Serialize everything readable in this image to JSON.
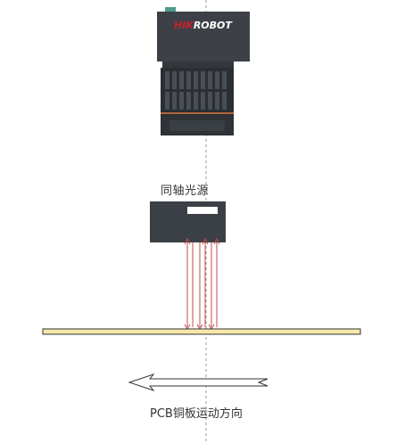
{
  "camera": {
    "brand_label": "HIKROBOT",
    "brand_accent_color": "#c8202a"
  },
  "coaxial_light": {
    "label": "同轴光源"
  },
  "board": {
    "label": "PCB铜板运动方向"
  },
  "colors": {
    "camera_body": "#3d4147",
    "camera_lens": "#2b2f33",
    "light_body": "#3b4046",
    "ray": "#c44a4a",
    "pcb": "#f6e9a8",
    "axis": "#9a9a9a"
  },
  "icons": [
    "camera-icon",
    "coaxial-light-icon",
    "left-arrow-icon"
  ]
}
